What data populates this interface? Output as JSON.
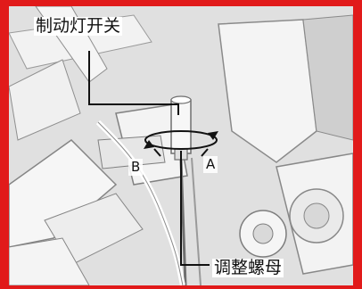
{
  "callouts": {
    "brake_light_switch": "制动灯开关",
    "adjusting_nut": "调整螺母"
  },
  "directions": {
    "a": "A",
    "b": "B"
  },
  "colors": {
    "frame": "#e11a1a",
    "line": "#111111"
  }
}
